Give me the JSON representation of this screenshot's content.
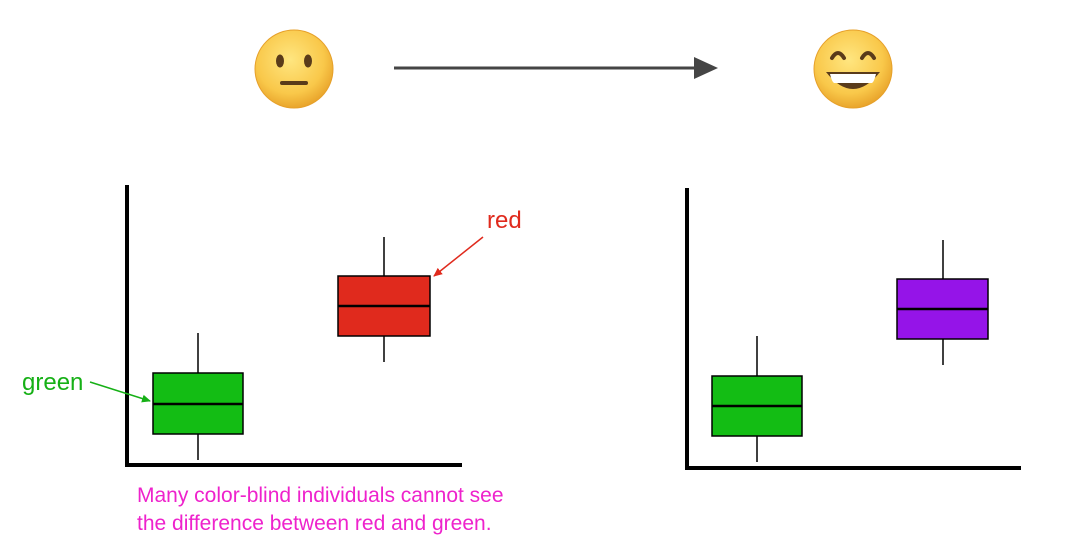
{
  "colors": {
    "red": "#e02a1d",
    "green": "#13bd14",
    "purple": "#9514e8",
    "axis": "#000000",
    "arrow": "#444444",
    "label_red": "#e02a1d",
    "label_green": "#16b016",
    "caption": "#ee22cc",
    "face": "#f7c445",
    "face_dark": "#e8a52a"
  },
  "icons": {
    "left": "neutral-face-icon",
    "right": "grinning-face-icon",
    "transition": "right-arrow-icon"
  },
  "labels": {
    "red": "red",
    "green": "green"
  },
  "caption": {
    "line1": "Many color-blind individuals cannot see",
    "line2": "the difference between red and green."
  }
}
